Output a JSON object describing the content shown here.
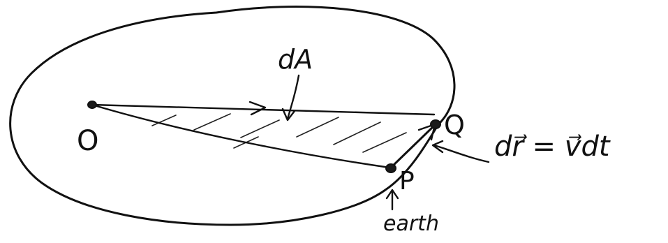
{
  "diagram": {
    "labels": {
      "origin": "O",
      "area_element": "dA",
      "point_q": "Q",
      "point_p": "P",
      "earth": "earth",
      "displacement_equation": "dr⃗ = v⃗dt"
    }
  }
}
